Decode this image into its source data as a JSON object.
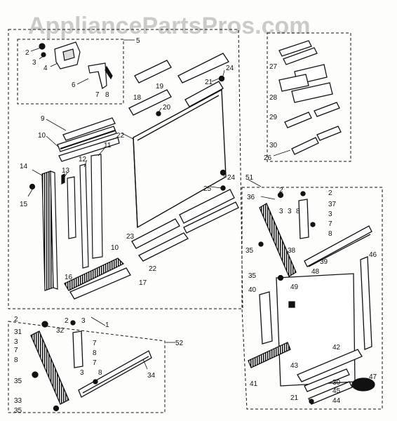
{
  "watermark": "AppliancePartsPros.com",
  "callouts": [
    {
      "id": "c-5a",
      "text": "5"
    },
    {
      "id": "c-2a",
      "text": "2"
    },
    {
      "id": "c-3a",
      "text": "3"
    },
    {
      "id": "c-4a",
      "text": "4"
    },
    {
      "id": "c-6",
      "text": "6"
    },
    {
      "id": "c-7a",
      "text": "7"
    },
    {
      "id": "c-8a",
      "text": "8"
    },
    {
      "id": "c-9",
      "text": "9"
    },
    {
      "id": "c-10a",
      "text": "10"
    },
    {
      "id": "c-11",
      "text": "11"
    },
    {
      "id": "c-12",
      "text": "12"
    },
    {
      "id": "c-13",
      "text": "13"
    },
    {
      "id": "c-14",
      "text": "14"
    },
    {
      "id": "c-15",
      "text": "15"
    },
    {
      "id": "c-16",
      "text": "16"
    },
    {
      "id": "c-10b",
      "text": "10"
    },
    {
      "id": "c-17",
      "text": "17"
    },
    {
      "id": "c-18",
      "text": "18"
    },
    {
      "id": "c-19",
      "text": "19"
    },
    {
      "id": "c-20",
      "text": "20"
    },
    {
      "id": "c-21",
      "text": "21"
    },
    {
      "id": "c-22a",
      "text": "22"
    },
    {
      "id": "c-22b",
      "text": "22"
    },
    {
      "id": "c-23",
      "text": "23"
    },
    {
      "id": "c-24a",
      "text": "24"
    },
    {
      "id": "c-24b",
      "text": "24"
    },
    {
      "id": "c-25",
      "text": "25"
    },
    {
      "id": "c-26",
      "text": "26"
    },
    {
      "id": "c-27",
      "text": "27"
    },
    {
      "id": "c-28",
      "text": "28"
    },
    {
      "id": "c-29",
      "text": "29"
    },
    {
      "id": "c-30a",
      "text": "30"
    },
    {
      "id": "c-51",
      "text": "51"
    },
    {
      "id": "c-36",
      "text": "36"
    },
    {
      "id": "c-2b",
      "text": "2"
    },
    {
      "id": "c-2c",
      "text": "2"
    },
    {
      "id": "c-37",
      "text": "37"
    },
    {
      "id": "c-3b",
      "text": "3"
    },
    {
      "id": "c-7b",
      "text": "7"
    },
    {
      "id": "c-8b",
      "text": "8"
    },
    {
      "id": "c-3c",
      "text": "3"
    },
    {
      "id": "c-3d",
      "text": "3"
    },
    {
      "id": "c-8c",
      "text": "8"
    },
    {
      "id": "c-35a",
      "text": "35"
    },
    {
      "id": "c-38",
      "text": "38"
    },
    {
      "id": "c-39",
      "text": "39"
    },
    {
      "id": "c-46",
      "text": "46"
    },
    {
      "id": "c-48",
      "text": "48"
    },
    {
      "id": "c-35b",
      "text": "35"
    },
    {
      "id": "c-40",
      "text": "40"
    },
    {
      "id": "c-49",
      "text": "49"
    },
    {
      "id": "c-42",
      "text": "42"
    },
    {
      "id": "c-43",
      "text": "43"
    },
    {
      "id": "c-30b",
      "text": "30"
    },
    {
      "id": "c-45",
      "text": "45"
    },
    {
      "id": "c-44",
      "text": "44"
    },
    {
      "id": "c-21b",
      "text": "21"
    },
    {
      "id": "c-41",
      "text": "41"
    },
    {
      "id": "c-47",
      "text": "47"
    },
    {
      "id": "c-1",
      "text": "1"
    },
    {
      "id": "c-52",
      "text": "52"
    },
    {
      "id": "c-2d",
      "text": "2"
    },
    {
      "id": "c-2e",
      "text": "2"
    },
    {
      "id": "c-3e",
      "text": "3"
    },
    {
      "id": "c-31",
      "text": "31"
    },
    {
      "id": "c-32",
      "text": "32"
    },
    {
      "id": "c-3f",
      "text": "3"
    },
    {
      "id": "c-7c",
      "text": "7"
    },
    {
      "id": "c-8d",
      "text": "8"
    },
    {
      "id": "c-7d",
      "text": "7"
    },
    {
      "id": "c-8e",
      "text": "8"
    },
    {
      "id": "c-3g",
      "text": "3"
    },
    {
      "id": "c-7e",
      "text": "7"
    },
    {
      "id": "c-8f",
      "text": "8"
    },
    {
      "id": "c-35c",
      "text": "35"
    },
    {
      "id": "c-34",
      "text": "34"
    },
    {
      "id": "c-33",
      "text": "33"
    },
    {
      "id": "c-35d",
      "text": "35"
    }
  ]
}
